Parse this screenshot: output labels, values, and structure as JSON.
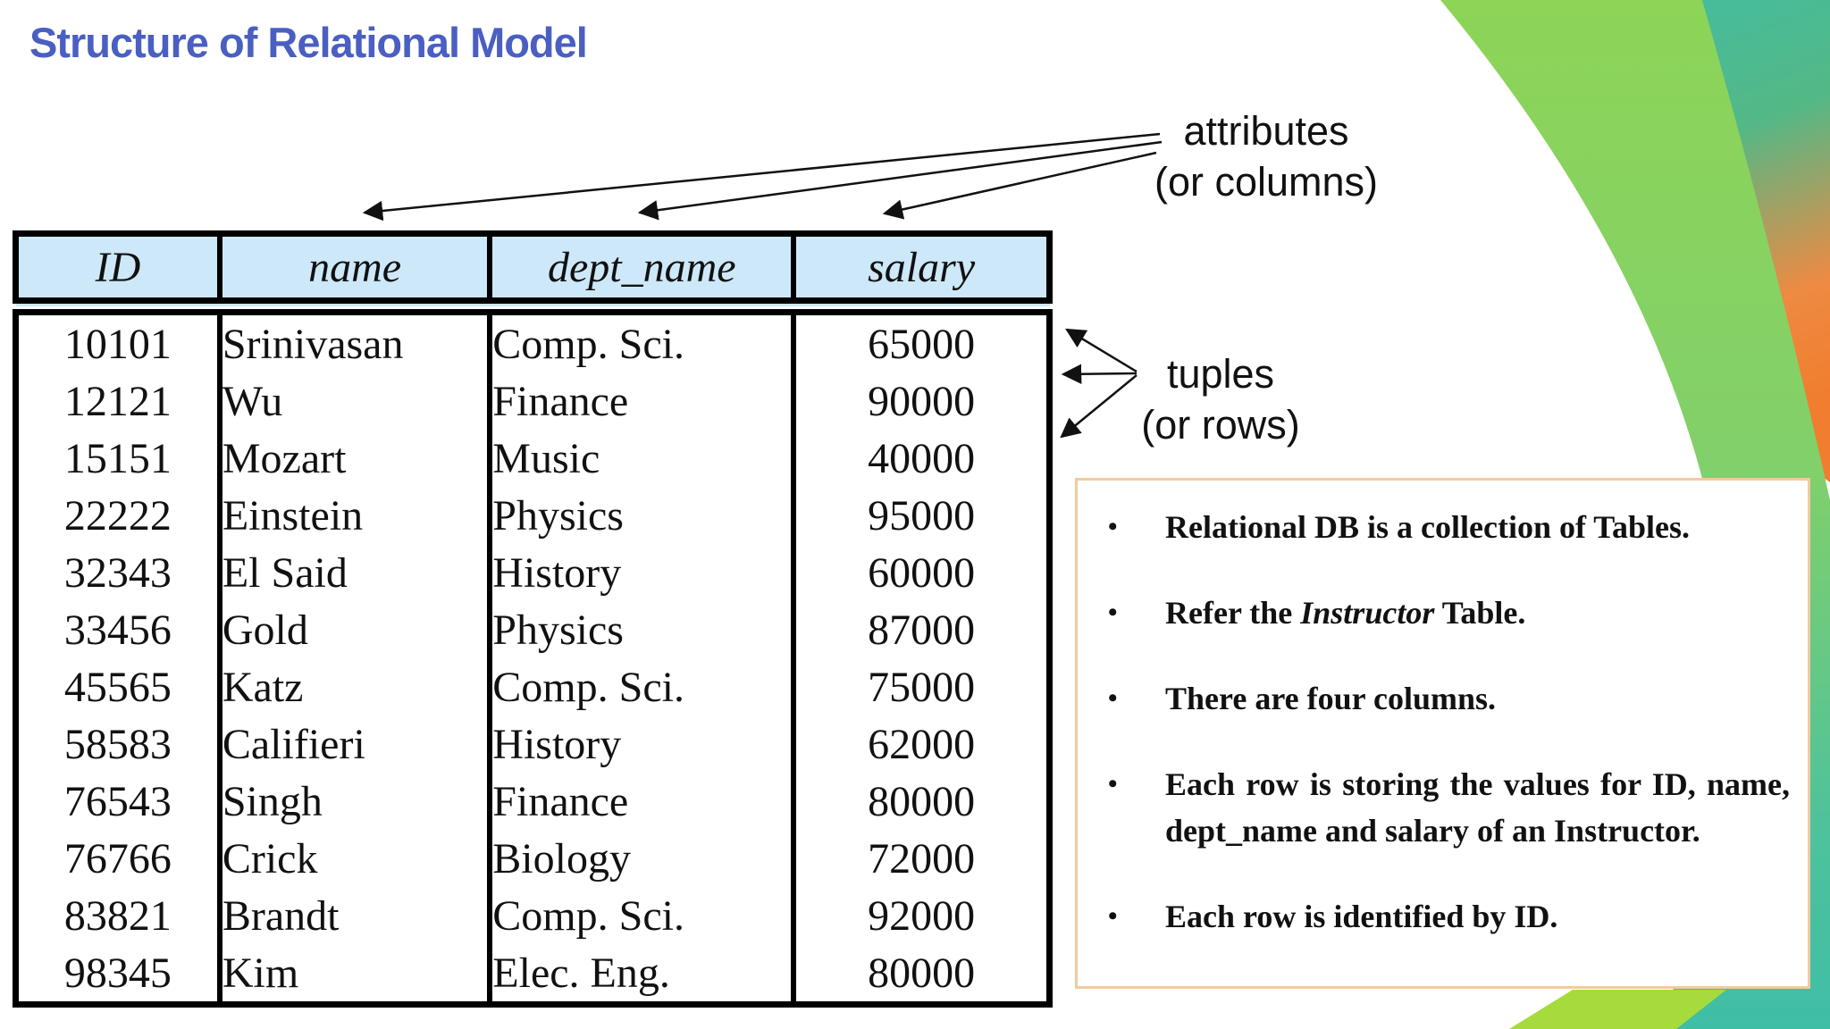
{
  "slide": {
    "title": "Structure of Relational Model",
    "labels": {
      "attributes_line1": "attributes",
      "attributes_line2": "(or columns)",
      "tuples_line1": "tuples",
      "tuples_line2": "(or rows)",
      "bullet_marker": "•"
    },
    "table": {
      "columns": [
        "ID",
        "name",
        "dept_name",
        "salary"
      ],
      "rows": [
        [
          "10101",
          "Srinivasan",
          "Comp. Sci.",
          "65000"
        ],
        [
          "12121",
          "Wu",
          "Finance",
          "90000"
        ],
        [
          "15151",
          "Mozart",
          "Music",
          "40000"
        ],
        [
          "22222",
          "Einstein",
          "Physics",
          "95000"
        ],
        [
          "32343",
          "El Said",
          "History",
          "60000"
        ],
        [
          "33456",
          "Gold",
          "Physics",
          "87000"
        ],
        [
          "45565",
          "Katz",
          "Comp. Sci.",
          "75000"
        ],
        [
          "58583",
          "Califieri",
          "History",
          "62000"
        ],
        [
          "76543",
          "Singh",
          "Finance",
          "80000"
        ],
        [
          "76766",
          "Crick",
          "Biology",
          "72000"
        ],
        [
          "83821",
          "Brandt",
          "Comp. Sci.",
          "92000"
        ],
        [
          "98345",
          "Kim",
          "Elec. Eng.",
          "80000"
        ]
      ]
    },
    "notes": {
      "n1": "Relational DB is a collection of Tables.",
      "n2_prefix": "Refer the ",
      "n2_emphasis": "Instructor",
      "n2_suffix": " Table.",
      "n3": "There are four columns.",
      "n4": "Each row is storing the values for ID, name, dept_name and salary of an Instructor.",
      "n5": "Each row is identified by ID."
    },
    "colors": {
      "title_blue": "#4A5FC1",
      "table_header_fill": "#CDE8F9",
      "table_border": "#000000",
      "notes_border": "#F0CBA0",
      "deco_teal": "#3FBEA6",
      "deco_orange": "#F07E2E",
      "deco_green": "#8DD457",
      "deco_lime": "#A6DB3D"
    }
  }
}
